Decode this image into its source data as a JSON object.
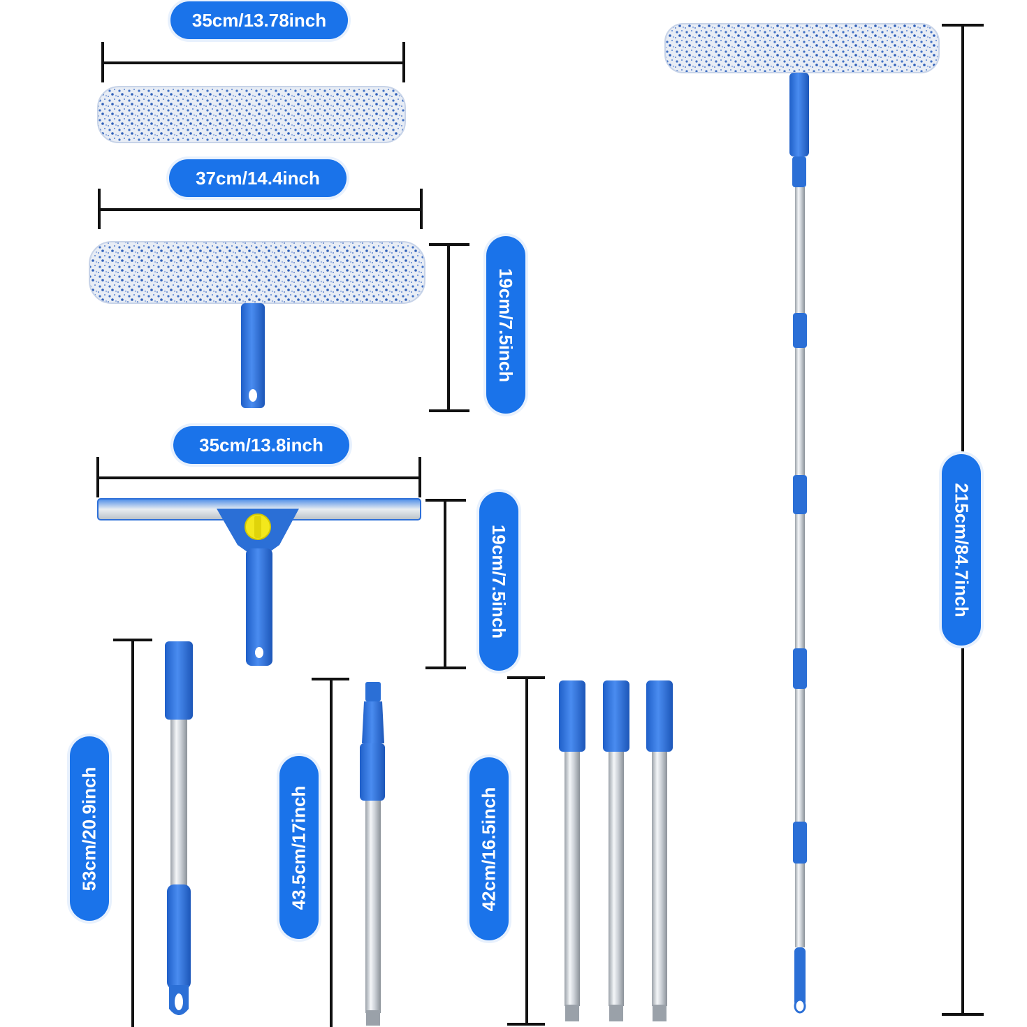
{
  "labels": {
    "top_pad_width": "35cm/13.78inch",
    "second_pad_width": "37cm/14.4inch",
    "pad_height": "19cm/7.5inch",
    "squeegee_width": "35cm/13.8inch",
    "squeegee_height": "19cm/7.5inch",
    "assembled_length": "215cm/84.7inch",
    "handle_pole_length": "53cm/20.9inch",
    "adapter_pole_length": "43.5cm/17inch",
    "extension_pole_length": "42cm/16.5inch"
  },
  "colors": {
    "accent_blue": "#1a73ea",
    "handle_blue": "#2b6fd6",
    "pad_white": "#e9eef6",
    "pad_blue": "#3f6fc4",
    "steel": "#c9ced4",
    "squeegee_yellow": "#f3e81c",
    "dimension_line": "#111111"
  },
  "icons": [
    "microfiber-scrubber-pad",
    "scrubber-with-handle",
    "squeegee-blade",
    "telescopic-pole",
    "handle-pole",
    "adapter-pole",
    "extension-pole"
  ]
}
